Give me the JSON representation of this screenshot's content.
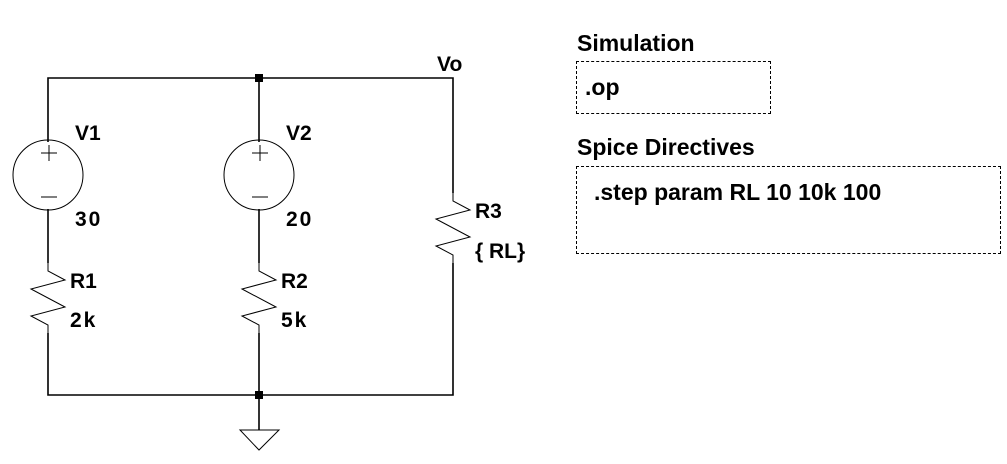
{
  "schematic": {
    "net_label": "Vo",
    "sources": [
      {
        "name": "V1",
        "value": "30"
      },
      {
        "name": "V2",
        "value": "20"
      }
    ],
    "resistors": [
      {
        "name": "R1",
        "value": "2k"
      },
      {
        "name": "R2",
        "value": "5k"
      },
      {
        "name": "R3",
        "value": "{ RL}"
      }
    ],
    "source_symbols": {
      "plus": "+",
      "minus": "−"
    }
  },
  "simulation": {
    "title": "Simulation",
    "command": ".op"
  },
  "directives": {
    "title": "Spice Directives",
    "command": ".step param RL 10 10k 100"
  }
}
